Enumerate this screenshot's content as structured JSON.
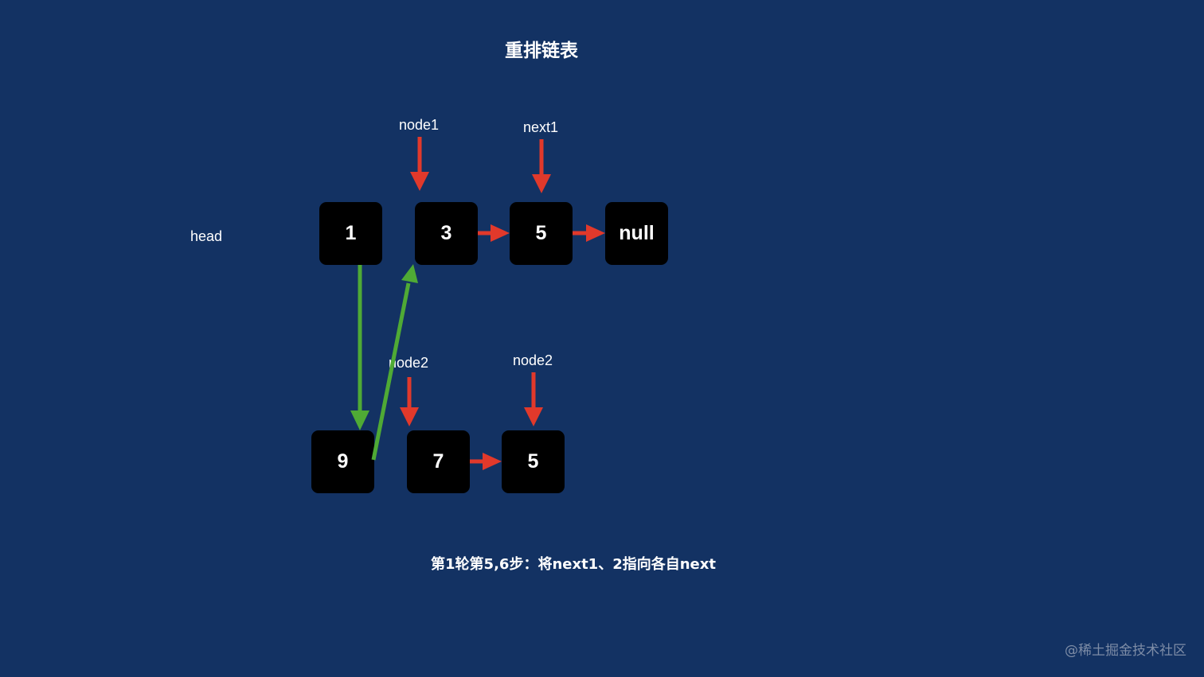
{
  "diagram": {
    "title": "重排链表",
    "caption": "第1轮第5,6步：将next1、2指向各自next",
    "watermark": "@稀土掘金技术社区",
    "head_label": "head",
    "top_row": {
      "nodes": [
        {
          "label": "1"
        },
        {
          "label": "3"
        },
        {
          "label": "5"
        },
        {
          "label": "null"
        }
      ]
    },
    "bottom_row": {
      "nodes": [
        {
          "label": "9"
        },
        {
          "label": "7"
        },
        {
          "label": "5"
        }
      ]
    },
    "pointers": {
      "node1": "node1",
      "next1": "next1",
      "node2_left": "node2",
      "node2_right": "node2"
    },
    "colors": {
      "background": "#133263",
      "node_fill": "#000000",
      "pointer_arrow": "#e1392b",
      "link_arrow": "#e1392b",
      "rewire_arrow": "#4faa35",
      "text": "#ffffff"
    }
  }
}
